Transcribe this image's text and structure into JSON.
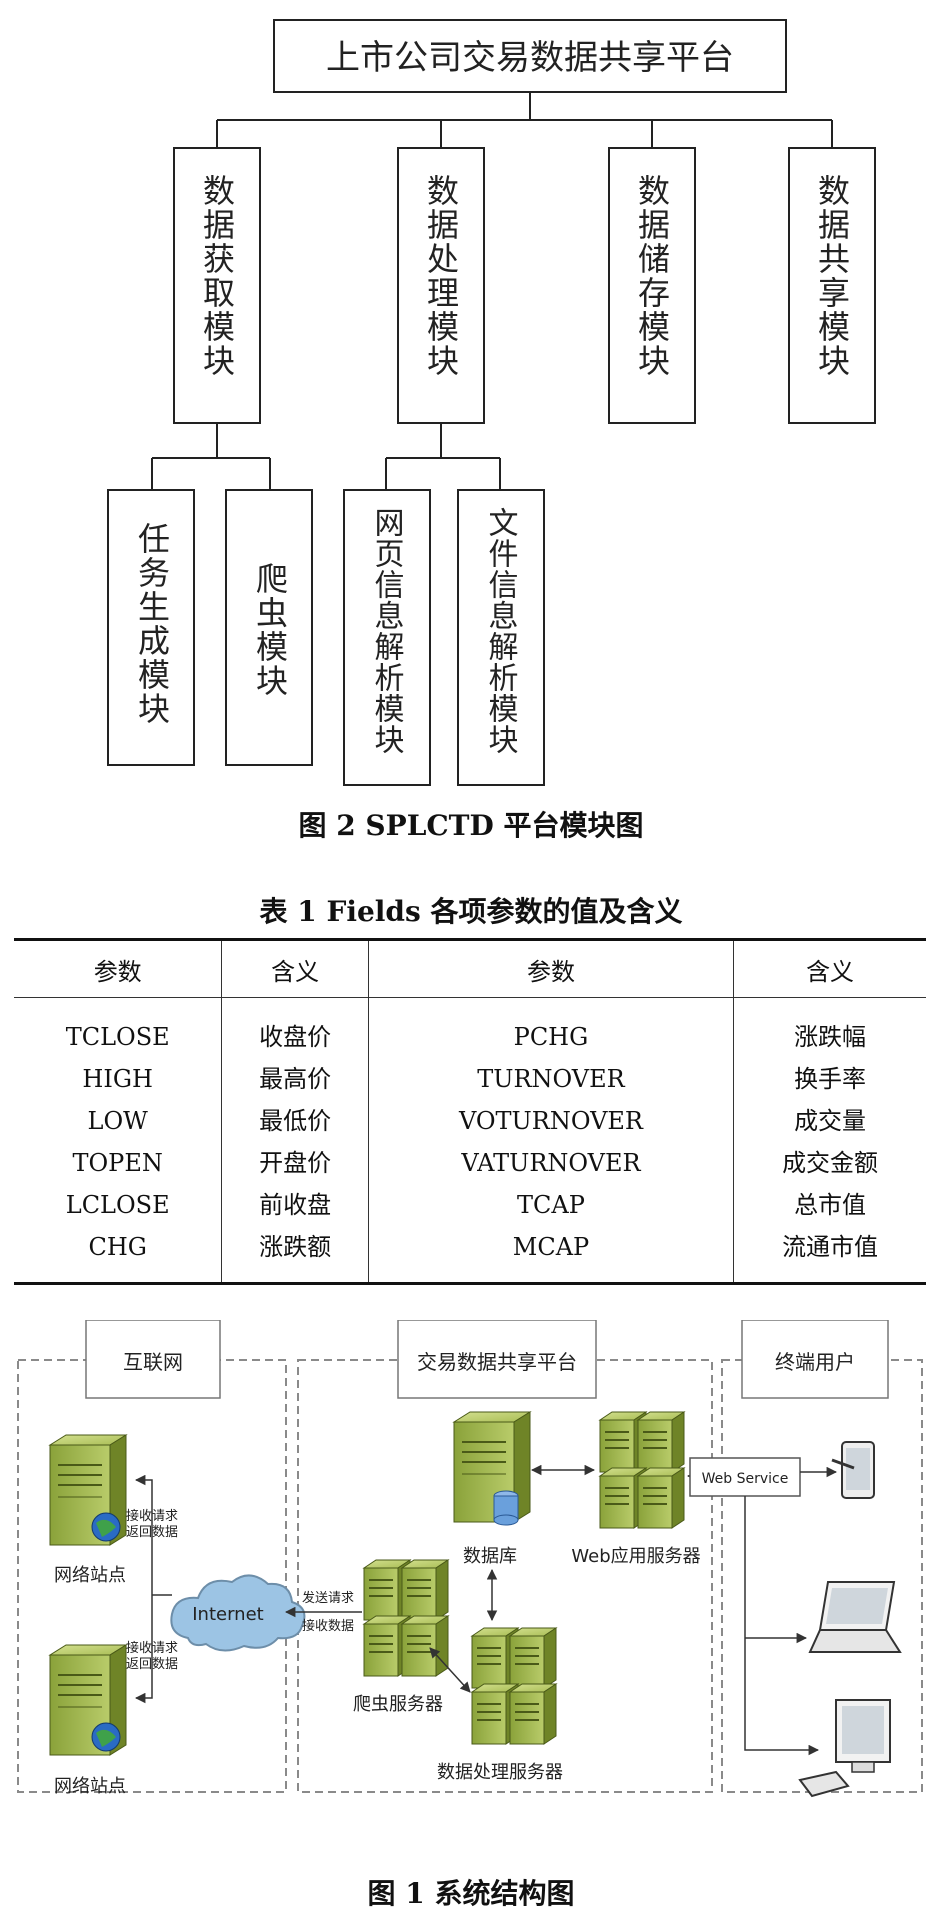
{
  "module_diagram": {
    "root": "上市公司交易数据共享平台",
    "modules": [
      "数据获取模块",
      "数据处理模块",
      "数据储存模块",
      "数据共享模块"
    ],
    "acquisition_children": [
      "任务生成模块",
      "爬虫模块"
    ],
    "processing_children": [
      "网页信息解析模块",
      "文件信息解析模块"
    ]
  },
  "figure2_caption": "图 2  SPLCTD 平台模块图",
  "table1": {
    "caption": "表 1  Fields 各项参数的值及含义",
    "headers": [
      "参数",
      "含义",
      "参数",
      "含义"
    ],
    "columns": [
      [
        "TCLOSE",
        "HIGH",
        "LOW",
        "TOPEN",
        "LCLOSE",
        "CHG"
      ],
      [
        "收盘价",
        "最高价",
        "最低价",
        "开盘价",
        "前收盘",
        "涨跌额"
      ],
      [
        "PCHG",
        "TURNOVER",
        "VOTURNOVER",
        "VATURNOVER",
        "TCAP",
        "MCAP"
      ],
      [
        "涨跌幅",
        "换手率",
        "成交量",
        "成交金额",
        "总市值",
        "流通市值"
      ]
    ]
  },
  "system_diagram": {
    "zones": [
      "互联网",
      "交易数据共享平台",
      "终端用户"
    ],
    "site_label": "网络站点",
    "site_arrow_label_1": "接收请求",
    "site_arrow_label_2": "返回数据",
    "internet_label": "Internet",
    "crawler_arrow_label_1": "发送请求",
    "crawler_arrow_label_2": "接收数据",
    "database_label": "数据库",
    "web_app_server_label": "Web应用服务器",
    "crawler_server_label": "爬虫服务器",
    "processing_server_label": "数据处理服务器",
    "web_service_label": "Web Service"
  },
  "figure1_caption": "图 1  系统结构图"
}
